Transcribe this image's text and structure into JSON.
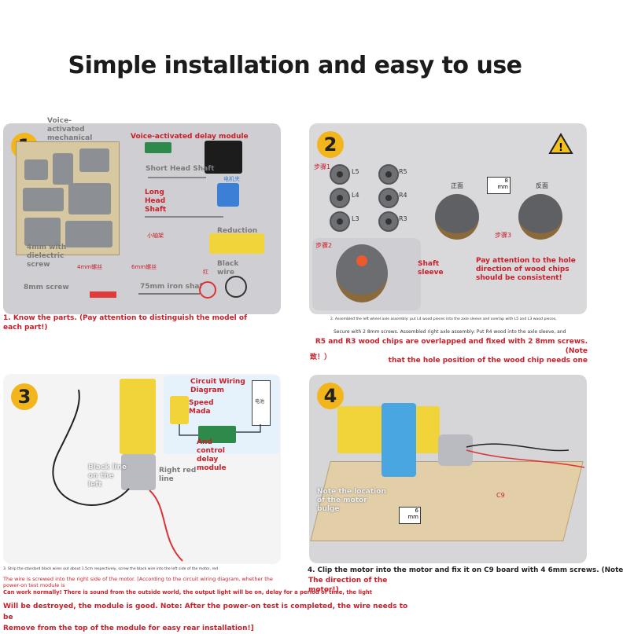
{
  "title": "Simple installation and easy to use",
  "step1": {
    "num": "1",
    "labels": {
      "mech": "Voice-\nactivated\nmechanical",
      "delay": "Voice-activated delay module",
      "short": "Short Head Shaft",
      "long": "Long\nHead\nShaft",
      "reduction": "Reduction motor",
      "dielectric": "4mm with\ndielectric\nscrew",
      "screw4": "4mm螺丝",
      "screw6": "6mm螺丝",
      "blackwire": "Black\nwire",
      "red": "红",
      "screw8": "8mm screw",
      "iron": "75mm iron shaf",
      "motorclip": "电机夹",
      "smallshaft": "小轴架"
    },
    "caption": "1. Know the parts. (Pay attention to distinguish the model of\neach part!)"
  },
  "step2": {
    "num": "2",
    "labels": {
      "step1": "步骤1",
      "L5": "L5",
      "L4": "L4",
      "L3": "L3",
      "R5": "R5",
      "R4": "R4",
      "R3": "R3",
      "front": "正面",
      "back": "反面",
      "step3": "步骤3",
      "step2": "步骤2",
      "screw8": "8\nmm",
      "shaft": "Shaft\nsleeve",
      "note": "Pay attention to the hole\ndirection of wood chips\nshould be consistent!"
    },
    "caption_small": "2. Assembled the left wheel axle assembly: put L4 wood pieces into the axle sleeve and overlap with L5 and L3 wood pieces,",
    "caption_line2": "Secure with 2 8mm screws. Assembled right axle assembly: Put R4 wood into the axle sleeve, and",
    "caption_red": "R5 and R3 wood chips are overlapped and fixed with 2 8mm screws. (Note\nthat the hole position of the wood chip needs one",
    "caption_end": "致！）"
  },
  "step3": {
    "num": "3",
    "labels": {
      "circuit": "Circuit Wiring\nDiagram",
      "speed": "Speed\nMada",
      "andcontrol": "And\ncontrol\ndelay\nmodule",
      "blackline": "Black line\non the\nleft",
      "rightred": "Right red\nline",
      "battery": "电池"
    },
    "caption_small": "3. Strip the standard black wires out about 1.5cm respectively, screw the black wire into the left side of the motor, red",
    "caption_red1": "The wire is screwed into the right side of the motor. [According to the circuit wiring diagram, whether the\npower-on test module is",
    "caption_red2": "Can work normally! There is sound from the outside world, the output light will be on, delay for a period of time, the light",
    "caption_red3": "Will be destroyed, the module is good. Note: After the power-on test is completed, the wire needs to be\nRemove from the top of the module for easy rear installation!]"
  },
  "step4": {
    "num": "4",
    "labels": {
      "note": "Note the location\nof the motor\nbulge",
      "c9": "C9",
      "screw6": "6\nmm"
    },
    "caption": "4. Clip the motor into the motor and fix it on C9 board with 4 6mm screws. (Note",
    "caption_red": "The direction of the\nmotor!)"
  }
}
